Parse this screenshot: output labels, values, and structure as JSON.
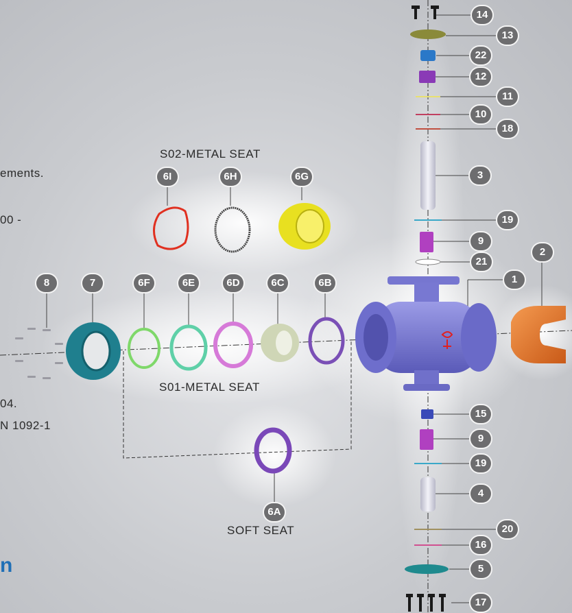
{
  "labels": {
    "s02": "S02-METAL SEAT",
    "s01": "S01-METAL SEAT",
    "soft": "SOFT SEAT"
  },
  "left_text": {
    "line1": "ements.",
    "line2": "00 -",
    "line3": "04.",
    "line4": "N 1092-1",
    "partial_letter": "n"
  },
  "parts": {
    "p14": "14",
    "p13": "13",
    "p22": "22",
    "p12": "12",
    "p11": "11",
    "p10": "10",
    "p18": "18",
    "p3": "3",
    "p19a": "19",
    "p9a": "9",
    "p21": "21",
    "p1": "1",
    "p2": "2",
    "p15": "15",
    "p9b": "9",
    "p19b": "19",
    "p4": "4",
    "p20": "20",
    "p16": "16",
    "p5": "5",
    "p17": "17",
    "p8": "8",
    "p7": "7",
    "p6F": "6F",
    "p6E": "6E",
    "p6D": "6D",
    "p6C": "6C",
    "p6B": "6B",
    "p6I": "6I",
    "p6H": "6H",
    "p6G": "6G",
    "p6A": "6A"
  },
  "colors": {
    "body": "#7f7fd6",
    "cap": "#e8762d",
    "teal_seat": "#1f7f8e",
    "ring_6F": "#7fd86a",
    "ring_6E": "#5fd0a8",
    "ring_6D": "#d67ad8",
    "ring_6C": "#cfd6b6",
    "ring_6B": "#7a4fb6",
    "ring_6A": "#7a48b8",
    "ring_6I": "#e03020",
    "ring_6H": "#444444",
    "ring_6G": "#e8e020",
    "stem_part_purple": "#b040c0",
    "block_purple": "#8a3ab6",
    "blue_block": "#2a78c8",
    "olive": "#8a8a3a",
    "badge": "#6d6d6f",
    "accent_text": "#1f6fb6"
  }
}
